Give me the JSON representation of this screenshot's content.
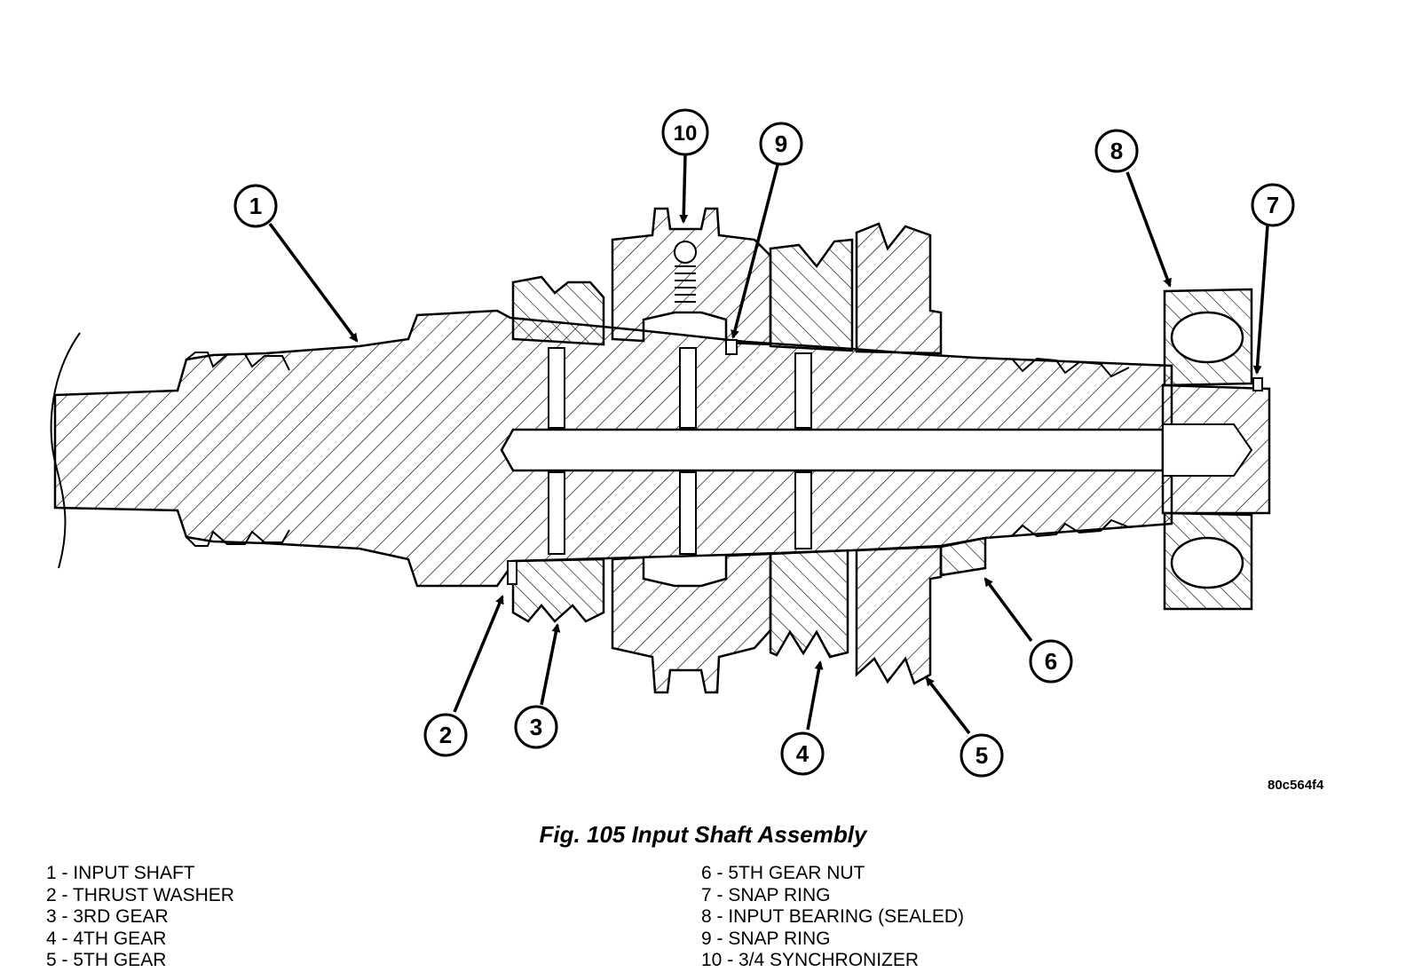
{
  "figure": {
    "caption": "Fig. 105 Input Shaft Assembly",
    "code": "80c564f4"
  },
  "callouts": [
    {
      "num": "1"
    },
    {
      "num": "2"
    },
    {
      "num": "3"
    },
    {
      "num": "4"
    },
    {
      "num": "5"
    },
    {
      "num": "6"
    },
    {
      "num": "7"
    },
    {
      "num": "8"
    },
    {
      "num": "9"
    },
    {
      "num": "10"
    }
  ],
  "legend": {
    "left": [
      "1 - INPUT SHAFT",
      "2 - THRUST WASHER",
      "3 - 3RD GEAR",
      "4 - 4TH GEAR",
      "5 - 5TH GEAR"
    ],
    "right": [
      "6 - 5TH GEAR NUT",
      "7 - SNAP RING",
      "8 - INPUT BEARING (SEALED)",
      "9 - SNAP RING",
      "10 - 3/4 SYNCHRONIZER"
    ]
  },
  "colors": {
    "ink": "#000000",
    "paper": "#ffffff"
  }
}
